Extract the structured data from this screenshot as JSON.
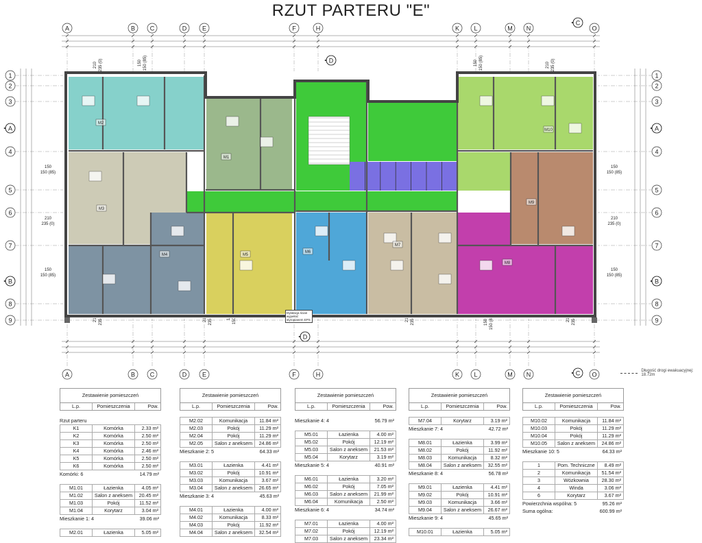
{
  "title": "RZUT PARTERU \"E\"",
  "axes": {
    "columns": [
      "A",
      "B",
      "C",
      "D",
      "E",
      "F",
      "H",
      "K",
      "L",
      "M",
      "N",
      "O"
    ],
    "rows": [
      "1",
      "2",
      "3",
      "4",
      "5",
      "6",
      "7",
      "8",
      "9"
    ],
    "sections": [
      "A",
      "B",
      "C",
      "D"
    ]
  },
  "dimensions": {
    "d210": "210",
    "d235": "235 (0)",
    "d150": "150",
    "d150_85": "150 (85)"
  },
  "rooms": {
    "M1": "M1",
    "M2": "M2",
    "M3": "M3",
    "M4": "M4",
    "M5": "M5",
    "M6": "M6",
    "M7": "M7",
    "M8": "M8",
    "M9": "M9",
    "M10": "M10"
  },
  "colors": {
    "M1": "#9bb88c",
    "M2": "#86d1cb",
    "M3": "#cdcbb6",
    "M4": "#7e93a3",
    "M5": "#d9d05e",
    "M6": "#4fa7d8",
    "M7": "#c9bda3",
    "M8": "#c23fac",
    "M9": "#b98a6e",
    "M10": "#a9d86c",
    "common": "#3fca3a",
    "storage": "#7a70e2",
    "wall": "#555555"
  },
  "annotation": "Dylatacja ścian wypełnić styropianem EPS",
  "legend": "Długość drogi ewakuacyjnej: 18.72m",
  "table_header": {
    "title": "Zestawienie pomieszczeń",
    "lp": "L.p.",
    "name": "Pomieszczenia",
    "area": "Pow."
  },
  "tables": [
    [
      {
        "t": "gap"
      },
      {
        "t": "label",
        "text": "Rzut parteru"
      },
      {
        "t": "row",
        "lp": "K1",
        "name": "Komórka",
        "area": "2.33 m²"
      },
      {
        "t": "row",
        "lp": "K2",
        "name": "Komórka",
        "area": "2.50 m²"
      },
      {
        "t": "row",
        "lp": "K3",
        "name": "Komórka",
        "area": "2.50 m²"
      },
      {
        "t": "row",
        "lp": "K4",
        "name": "Komórka",
        "area": "2.46 m²"
      },
      {
        "t": "row",
        "lp": "K5",
        "name": "Komórka",
        "area": "2.50 m²"
      },
      {
        "t": "row",
        "lp": "K6",
        "name": "Komórka",
        "area": "2.50 m²"
      },
      {
        "t": "sum",
        "label": "Komórki: 6",
        "total": "14.79 m²"
      },
      {
        "t": "gap"
      },
      {
        "t": "row",
        "lp": "M1.01",
        "name": "Łazienka",
        "area": "4.05 m²"
      },
      {
        "t": "row",
        "lp": "M1.02",
        "name": "Salon z aneksem",
        "area": "20.45 m²"
      },
      {
        "t": "row",
        "lp": "M1.03",
        "name": "Pokój",
        "area": "11.52 m²"
      },
      {
        "t": "row",
        "lp": "M1.04",
        "name": "Korytarz",
        "area": "3.04 m²"
      },
      {
        "t": "sum",
        "label": "Mieszkanie 1: 4",
        "total": "39.06 m²"
      },
      {
        "t": "gap"
      },
      {
        "t": "row",
        "lp": "M2.01",
        "name": "Łazienka",
        "area": "5.05 m²"
      }
    ],
    [
      {
        "t": "gap"
      },
      {
        "t": "row",
        "lp": "M2.02",
        "name": "Komunikacja",
        "area": "11.84 m²"
      },
      {
        "t": "row",
        "lp": "M2.03",
        "name": "Pokój",
        "area": "11.29 m²"
      },
      {
        "t": "row",
        "lp": "M2.04",
        "name": "Pokój",
        "area": "11.29 m²"
      },
      {
        "t": "row",
        "lp": "M2.05",
        "name": "Salon z aneksem",
        "area": "24.86 m²"
      },
      {
        "t": "sum",
        "label": "Mieszkanie 2: 5",
        "total": "64.33 m²"
      },
      {
        "t": "gap"
      },
      {
        "t": "row",
        "lp": "M3.01",
        "name": "Łazienka",
        "area": "4.41 m²"
      },
      {
        "t": "row",
        "lp": "M3.02",
        "name": "Pokój",
        "area": "10.91 m²"
      },
      {
        "t": "row",
        "lp": "M3.03",
        "name": "Komunikacja",
        "area": "3.67 m²"
      },
      {
        "t": "row",
        "lp": "M3.04",
        "name": "Salon z aneksem",
        "area": "26.65 m²"
      },
      {
        "t": "sum",
        "label": "Mieszkanie 3: 4",
        "total": "45.63 m²"
      },
      {
        "t": "gap"
      },
      {
        "t": "row",
        "lp": "M4.01",
        "name": "Łazienka",
        "area": "4.00 m²"
      },
      {
        "t": "row",
        "lp": "M4.02",
        "name": "Komunikacja",
        "area": "8.33 m²"
      },
      {
        "t": "row",
        "lp": "M4.03",
        "name": "Pokój",
        "area": "11.92 m²"
      },
      {
        "t": "row",
        "lp": "M4.04",
        "name": "Salon z aneksem",
        "area": "32.54 m²"
      }
    ],
    [
      {
        "t": "gap"
      },
      {
        "t": "sum",
        "label": "Mieszkanie 4: 4",
        "total": "56.79 m²"
      },
      {
        "t": "gap"
      },
      {
        "t": "row",
        "lp": "M5.01",
        "name": "Łazienka",
        "area": "4.00 m²"
      },
      {
        "t": "row",
        "lp": "M5.02",
        "name": "Pokój",
        "area": "12.19 m²"
      },
      {
        "t": "row",
        "lp": "M5.03",
        "name": "Salon z aneksem",
        "area": "21.53 m²"
      },
      {
        "t": "row",
        "lp": "M5.04",
        "name": "Korytarz",
        "area": "3.19 m²"
      },
      {
        "t": "sum",
        "label": "Mieszkanie 5: 4",
        "total": "40.91 m²"
      },
      {
        "t": "gap"
      },
      {
        "t": "row",
        "lp": "M6.01",
        "name": "Łazienka",
        "area": "3.20 m²"
      },
      {
        "t": "row",
        "lp": "M6.02",
        "name": "Pokój",
        "area": "7.05 m²"
      },
      {
        "t": "row",
        "lp": "M6.03",
        "name": "Salon z aneksem",
        "area": "21.99 m²"
      },
      {
        "t": "row",
        "lp": "M6.04",
        "name": "Komunikacja",
        "area": "2.50 m²"
      },
      {
        "t": "sum",
        "label": "Mieszkanie 6: 4",
        "total": "34.74 m²"
      },
      {
        "t": "gap"
      },
      {
        "t": "row",
        "lp": "M7.01",
        "name": "Łazienka",
        "area": "4.00 m²"
      },
      {
        "t": "row",
        "lp": "M7.02",
        "name": "Pokój",
        "area": "12.19 m²"
      },
      {
        "t": "row",
        "lp": "M7.03",
        "name": "Salon z aneksem",
        "area": "23.34 m²"
      }
    ],
    [
      {
        "t": "gap"
      },
      {
        "t": "row",
        "lp": "M7.04",
        "name": "Korytarz",
        "area": "3.19 m²"
      },
      {
        "t": "sum",
        "label": "Mieszkanie 7: 4",
        "total": "42.72 m²"
      },
      {
        "t": "gap"
      },
      {
        "t": "row",
        "lp": "M8.01",
        "name": "Łazienka",
        "area": "3.99 m²"
      },
      {
        "t": "row",
        "lp": "M8.02",
        "name": "Pokój",
        "area": "11.92 m²"
      },
      {
        "t": "row",
        "lp": "M8.03",
        "name": "Komunikacja",
        "area": "8.32 m²"
      },
      {
        "t": "row",
        "lp": "M8.04",
        "name": "Salon z aneksem",
        "area": "32.55 m²"
      },
      {
        "t": "sum",
        "label": "Mieszkanie 8: 4",
        "total": "56.78 m²"
      },
      {
        "t": "gap"
      },
      {
        "t": "row",
        "lp": "M9.01",
        "name": "Łazienka",
        "area": "4.41 m²"
      },
      {
        "t": "row",
        "lp": "M9.02",
        "name": "Pokój",
        "area": "10.91 m²"
      },
      {
        "t": "row",
        "lp": "M9.03",
        "name": "Komunikacja",
        "area": "3.66 m²"
      },
      {
        "t": "row",
        "lp": "M9.04",
        "name": "Salon z aneksem",
        "area": "26.67 m²"
      },
      {
        "t": "sum",
        "label": "Mieszkanie 9: 4",
        "total": "45.65 m²"
      },
      {
        "t": "gap"
      },
      {
        "t": "row",
        "lp": "M10.01",
        "name": "Łazienka",
        "area": "5.05 m²"
      }
    ],
    [
      {
        "t": "gap"
      },
      {
        "t": "row",
        "lp": "M10.02",
        "name": "Komunikacja",
        "area": "11.84 m²"
      },
      {
        "t": "row",
        "lp": "M10.03",
        "name": "Pokój",
        "area": "11.29 m²"
      },
      {
        "t": "row",
        "lp": "M10.04",
        "name": "Pokój",
        "area": "11.29 m²"
      },
      {
        "t": "row",
        "lp": "M10.05",
        "name": "Salon z aneksem",
        "area": "24.86 m²"
      },
      {
        "t": "sum",
        "label": "Mieszkanie 10: 5",
        "total": "64.33 m²"
      },
      {
        "t": "gap"
      },
      {
        "t": "row",
        "lp": "1",
        "name": "Pom. Techniczne",
        "area": "8.49 m²"
      },
      {
        "t": "row",
        "lp": "2",
        "name": "Komunikacja",
        "area": "51.54 m²"
      },
      {
        "t": "row",
        "lp": "3",
        "name": "Wózkownia",
        "area": "28.30 m²"
      },
      {
        "t": "row",
        "lp": "4",
        "name": "Winda",
        "area": "3.06 m²"
      },
      {
        "t": "row",
        "lp": "6",
        "name": "Korytarz",
        "area": "3.67 m²"
      },
      {
        "t": "sum",
        "label": "Powierzchnia wspólna: 5",
        "total": "95.26 m²"
      },
      {
        "t": "sum",
        "label": "Suma ogólna:",
        "total": "600.99 m²"
      }
    ]
  ]
}
